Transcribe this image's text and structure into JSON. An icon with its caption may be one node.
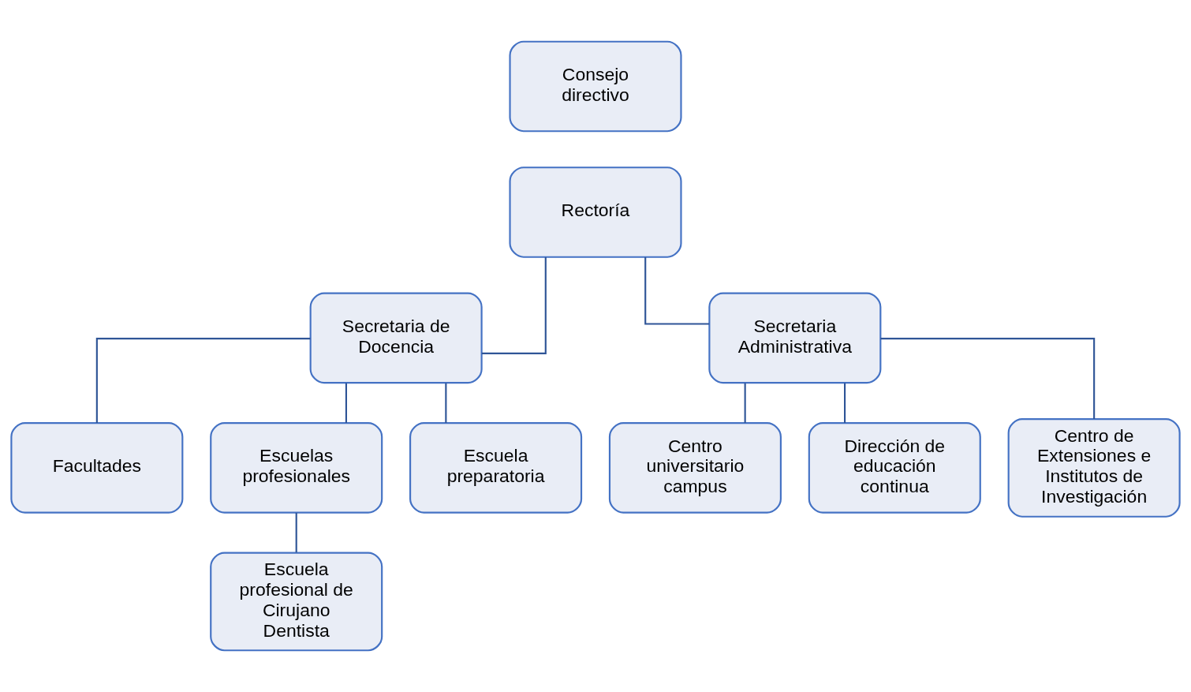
{
  "diagram": {
    "nodes": [
      {
        "text": [
          "Consejo directivo"
        ]
      },
      {
        "text": [
          "Rectoría"
        ]
      },
      {
        "text": [
          "Secretaria de Docencia"
        ]
      },
      {
        "text": [
          "Secretaria Administrativa"
        ]
      },
      {
        "text": [
          "Facultades"
        ]
      },
      {
        "text": [
          "Escuelas profesionales"
        ]
      },
      {
        "text": [
          "Escuela preparatoria"
        ]
      },
      {
        "text": [
          "Centro universitario campus"
        ]
      },
      {
        "text": [
          "Dirección de educación continua"
        ]
      },
      {
        "text": [
          "Centro de Extensiones e Institutos de Investigación"
        ]
      },
      {
        "text": [
          "Escuela profesional de Cirujano Dentista"
        ]
      }
    ],
    "edges": [
      {
        "from": 1,
        "to": 2,
        "arrow": "none"
      },
      {
        "from": 1,
        "to": 3,
        "arrow": "none"
      },
      {
        "from": 2,
        "to": 4,
        "arrow": "none"
      },
      {
        "from": 2,
        "to": 5,
        "arrow": "none"
      },
      {
        "from": 2,
        "to": 6,
        "arrow": "none"
      },
      {
        "from": 5,
        "to": 10,
        "arrow": "none"
      },
      {
        "from": 3,
        "to": 7,
        "arrow": "none"
      },
      {
        "from": 3,
        "to": 8,
        "arrow": "none"
      },
      {
        "from": 3,
        "to": 9,
        "arrow": "none"
      }
    ]
  }
}
